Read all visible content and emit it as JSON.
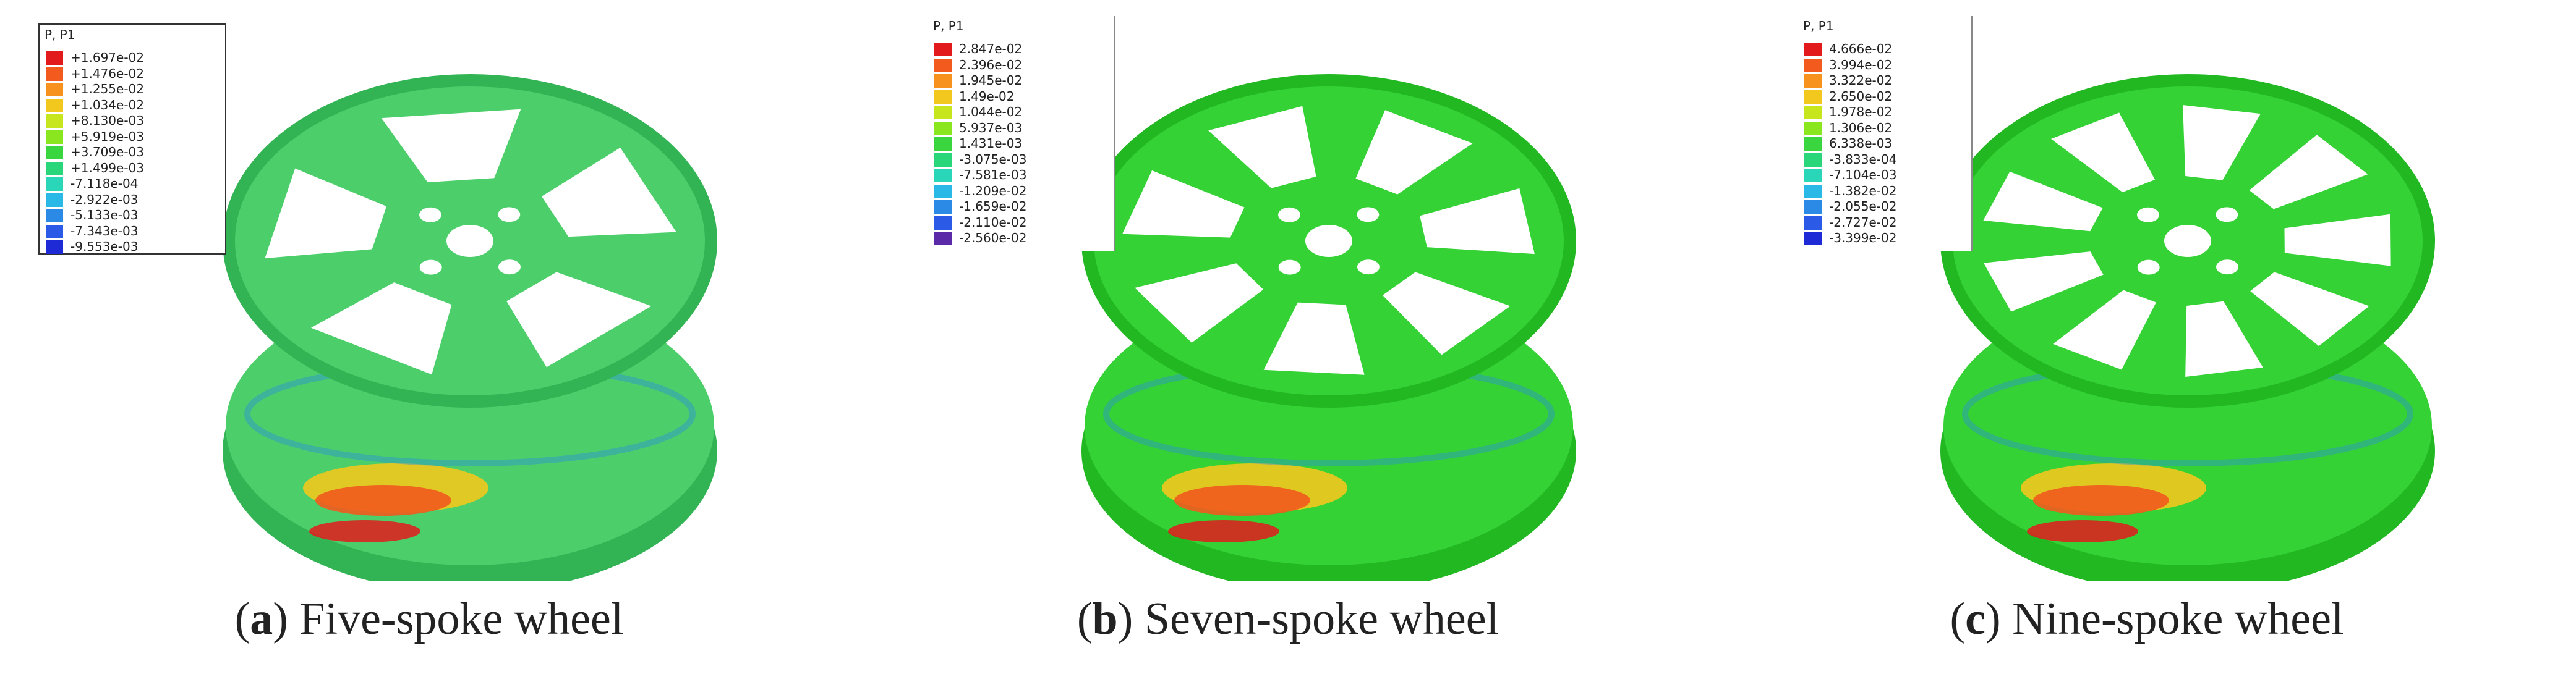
{
  "panels": [
    {
      "caption_letter": "a",
      "caption_text": "Five-spoke wheel",
      "spokes": 5,
      "legend": {
        "title": "P, P1",
        "values": [
          "+1.697e-02",
          "+1.476e-02",
          "+1.255e-02",
          "+1.034e-02",
          "+8.130e-03",
          "+5.919e-03",
          "+3.709e-03",
          "+1.499e-03",
          "-7.118e-04",
          "-2.922e-03",
          "-5.133e-03",
          "-7.343e-03",
          "-9.553e-03"
        ]
      }
    },
    {
      "caption_letter": "b",
      "caption_text": "Seven-spoke wheel",
      "spokes": 7,
      "legend": {
        "title": "P, P1",
        "values": [
          "2.847e-02",
          "2.396e-02",
          "1.945e-02",
          "1.49e-02",
          "1.044e-02",
          "5.937e-03",
          "1.431e-03",
          "-3.075e-03",
          "-7.581e-03",
          "-1.209e-02",
          "-1.659e-02",
          "-2.110e-02",
          "-2.560e-02"
        ]
      }
    },
    {
      "caption_letter": "c",
      "caption_text": "Nine-spoke wheel",
      "spokes": 9,
      "legend": {
        "title": "P, P1",
        "values": [
          "4.666e-02",
          "3.994e-02",
          "3.322e-02",
          "2.650e-02",
          "1.978e-02",
          "1.306e-02",
          "6.338e-03",
          "-3.833e-04",
          "-7.104e-03",
          "-1.382e-02",
          "-2.055e-02",
          "-2.727e-02",
          "-3.399e-02"
        ]
      }
    }
  ],
  "legend_colors": [
    "#e31a1c",
    "#f25a1e",
    "#f7921e",
    "#f2c81e",
    "#c8e61e",
    "#8ae61e",
    "#3ad640",
    "#2ad67a",
    "#2ad6b8",
    "#2ab8e6",
    "#2a8ae6",
    "#2a5ae6",
    "#1e2ad6"
  ],
  "legend_colors_b": [
    "#e31a1c",
    "#f25a1e",
    "#f7921e",
    "#f2c81e",
    "#c8e61e",
    "#8ae61e",
    "#3ad640",
    "#2ad67a",
    "#2ad6b8",
    "#2ab8e6",
    "#2a8ae6",
    "#2a5ae6",
    "#5a2aa8"
  ]
}
